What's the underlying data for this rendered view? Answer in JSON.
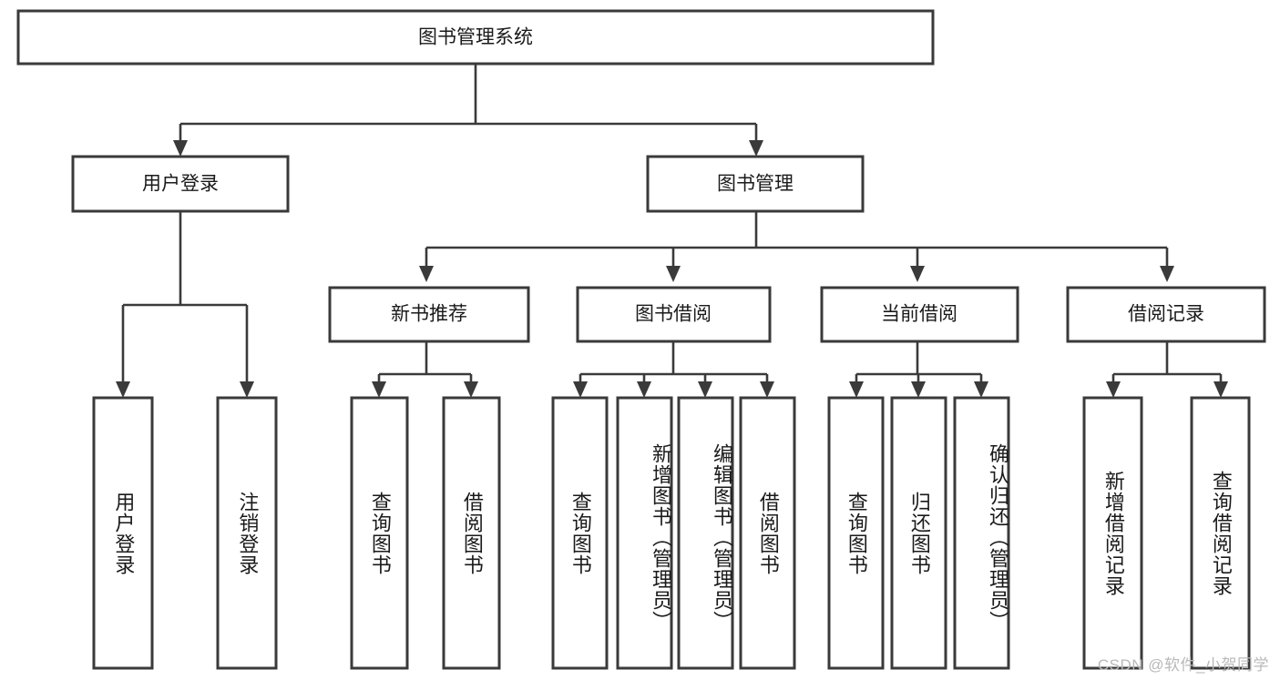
{
  "diagram": {
    "title": "图书管理系统",
    "type": "tree",
    "watermark": "CSDN @软件_小贺同学",
    "colors": {
      "box_stroke": "#3a3a3a",
      "box_fill": "#ffffff",
      "connector": "#3a3a3a",
      "text": "#1a1a1a",
      "background": "#ffffff",
      "watermark": "#b9b9b9"
    },
    "root": {
      "label": "图书管理系统"
    },
    "level2": [
      {
        "label": "用户登录"
      },
      {
        "label": "图书管理"
      }
    ],
    "level3": [
      {
        "label": "新书推荐"
      },
      {
        "label": "图书借阅"
      },
      {
        "label": "当前借阅"
      },
      {
        "label": "借阅记录"
      }
    ],
    "leaves": {
      "user_login": [
        {
          "label": "用户登录"
        },
        {
          "label": "注销登录"
        }
      ],
      "new_book_recommend": [
        {
          "label": "查询图书"
        },
        {
          "label": "借阅图书"
        }
      ],
      "book_borrow": [
        {
          "label": "查询图书"
        },
        {
          "label": "新增图书（管理员）"
        },
        {
          "label": "编辑图书（管理员）"
        },
        {
          "label": "借阅图书"
        }
      ],
      "current_borrow": [
        {
          "label": "查询图书"
        },
        {
          "label": "归还图书"
        },
        {
          "label": "确认归还（管理员）"
        }
      ],
      "borrow_record": [
        {
          "label": "新增借阅记录"
        },
        {
          "label": "查询借阅记录"
        }
      ]
    }
  }
}
